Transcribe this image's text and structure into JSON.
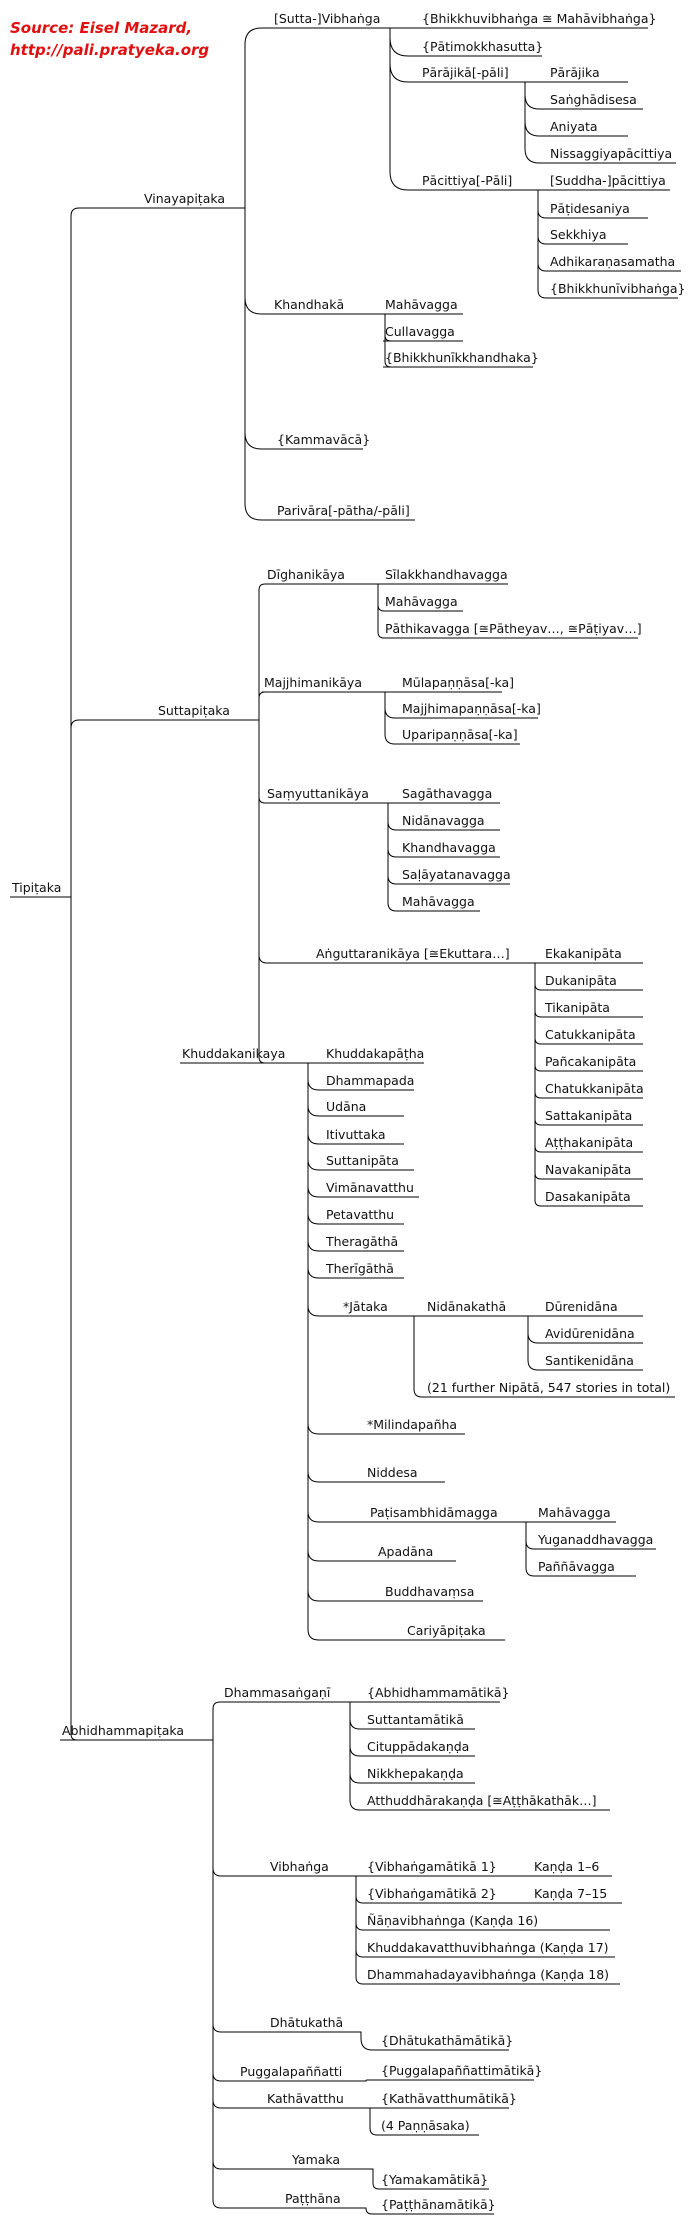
{
  "source": {
    "line1": "Source: Eisel Mazard,",
    "line2": "http://pali.pratyeka.org"
  },
  "tree": {
    "label": "Tipiṭaka",
    "children": [
      {
        "label": "Vinayapiṭaka",
        "children": [
          {
            "label": "[Sutta-]Vibhaṅga",
            "children": [
              {
                "label": "{Bhikkhuvibhaṅga ≅ Mahāvibhaṅga}"
              },
              {
                "label": "{Pātimokkhasutta}"
              },
              {
                "label": "Pārājikā[-pāli]",
                "children": [
                  {
                    "label": "Pārājika"
                  },
                  {
                    "label": "Saṅghādisesa"
                  },
                  {
                    "label": "Aniyata"
                  },
                  {
                    "label": "Nissaggiyapācittiya"
                  }
                ]
              },
              {
                "label": "Pācittiya[-Pāli]",
                "children": [
                  {
                    "label": "[Suddha-]pācittiya"
                  },
                  {
                    "label": "Pāṭidesaniya"
                  },
                  {
                    "label": "Sekkhiya"
                  },
                  {
                    "label": "Adhikaraṇasamatha"
                  },
                  {
                    "label": "{Bhikkhunīvibhaṅga}"
                  }
                ]
              }
            ]
          },
          {
            "label": "Khandhakā",
            "children": [
              {
                "label": "Mahāvagga"
              },
              {
                "label": "Cullavagga"
              },
              {
                "label": "{Bhikkhunīkkhandhaka}"
              }
            ]
          },
          {
            "label": "{Kammavācā}"
          },
          {
            "label": "Parivāra[-pātha/-pāli]"
          }
        ]
      },
      {
        "label": "Suttapiṭaka",
        "children": [
          {
            "label": "Dīghanikāya",
            "children": [
              {
                "label": "Sīlakkhandhavagga"
              },
              {
                "label": "Mahāvagga"
              },
              {
                "label": "Pāthikavagga [≅Pātheyav…, ≅Pāṭiyav…]"
              }
            ]
          },
          {
            "label": "Majjhimanikāya",
            "children": [
              {
                "label": "Mūlapaṇṇāsa[-ka]"
              },
              {
                "label": "Majjhimapaṇṇāsa[-ka]"
              },
              {
                "label": "Uparipaṇṇāsa[-ka]"
              }
            ]
          },
          {
            "label": "Saṃyuttanikāya",
            "children": [
              {
                "label": "Sagāthavagga"
              },
              {
                "label": "Nidānavagga"
              },
              {
                "label": "Khandhavagga"
              },
              {
                "label": "Saḷāyatanavagga"
              },
              {
                "label": "Mahāvagga"
              }
            ]
          },
          {
            "label": "Aṅguttaranikāya [≅Ekuttara…]",
            "children": [
              {
                "label": "Ekakanipāta"
              },
              {
                "label": "Dukanipāta"
              },
              {
                "label": "Tikanipāta"
              },
              {
                "label": "Catukkanipāta"
              },
              {
                "label": "Pañcakanipāta"
              },
              {
                "label": "Chatukkanipāta"
              },
              {
                "label": "Sattakanipāta"
              },
              {
                "label": "Aṭṭhakanipāta"
              },
              {
                "label": "Navakanipāta"
              },
              {
                "label": "Dasakanipāta"
              }
            ]
          },
          {
            "label": "Khuddakanikaya",
            "children": [
              {
                "label": "Khuddakapāṭha"
              },
              {
                "label": "Dhammapada"
              },
              {
                "label": "Udāna"
              },
              {
                "label": "Itivuttaka"
              },
              {
                "label": "Suttanipāta"
              },
              {
                "label": "Vimānavatthu"
              },
              {
                "label": "Petavatthu"
              },
              {
                "label": "Theragāthā"
              },
              {
                "label": "Therīgāthā"
              },
              {
                "label": "*Jātaka",
                "children": [
                  {
                    "label": "Nidānakathā",
                    "children": [
                      {
                        "label": "Dūrenidāna"
                      },
                      {
                        "label": "Avidūrenidāna"
                      },
                      {
                        "label": "Santikenidāna"
                      }
                    ]
                  },
                  {
                    "label": "(21 further Nipātā, 547 stories in total)"
                  }
                ]
              },
              {
                "label": "*Milindapañha"
              },
              {
                "label": "Niddesa"
              },
              {
                "label": "Paṭisambhidāmagga",
                "children": [
                  {
                    "label": "Mahāvagga"
                  },
                  {
                    "label": "Yuganaddhavagga"
                  },
                  {
                    "label": "Paññāvagga"
                  }
                ]
              },
              {
                "label": "Apadāna"
              },
              {
                "label": "Buddhavaṃsa"
              },
              {
                "label": "Cariyāpiṭaka"
              }
            ]
          }
        ]
      },
      {
        "label": "Abhidhammapiṭaka",
        "children": [
          {
            "label": "Dhammasaṅgaṇī",
            "children": [
              {
                "label": "{Abhidhammamātikā}"
              },
              {
                "label": "Suttantamātikā"
              },
              {
                "label": "Cituppādakaṇḍa"
              },
              {
                "label": "Nikkhepakaṇḍa"
              },
              {
                "label": "Atthuddhārakaṇḍa [≅Aṭṭhākathāk…]"
              }
            ]
          },
          {
            "label": "Vibhaṅga",
            "children": [
              {
                "label": "{Vibhaṅgamātikā 1}",
                "children": [
                  {
                    "label": "Kaṇḍa 1–6"
                  }
                ]
              },
              {
                "label": "{Vibhaṅgamātikā 2}",
                "children": [
                  {
                    "label": "Kaṇḍa 7–15"
                  }
                ]
              },
              {
                "label": "Ñāṇavibhaṅnga (Kaṇḍa 16)"
              },
              {
                "label": "Khuddakavatthuvibhaṅnga (Kaṇḍa 17)"
              },
              {
                "label": "Dhammahadayavibhaṅnga (Kaṇḍa 18)"
              }
            ]
          },
          {
            "label": "Dhātukathā",
            "children": [
              {
                "label": "{Dhātukathāmātikā}"
              }
            ]
          },
          {
            "label": "Puggalapaññatti",
            "children": [
              {
                "label": "{Puggalapaññattimātikā}"
              }
            ]
          },
          {
            "label": "Kathāvatthu",
            "children": [
              {
                "label": "{Kathāvatthumātikā}"
              },
              {
                "label": "(4 Paṇṇāsaka)"
              }
            ]
          },
          {
            "label": "Yamaka",
            "children": [
              {
                "label": "{Yamakamātikā}"
              }
            ]
          },
          {
            "label": "Paṭṭhāna",
            "children": [
              {
                "label": "{Paṭṭhānamātikā}"
              }
            ]
          }
        ]
      }
    ]
  }
}
